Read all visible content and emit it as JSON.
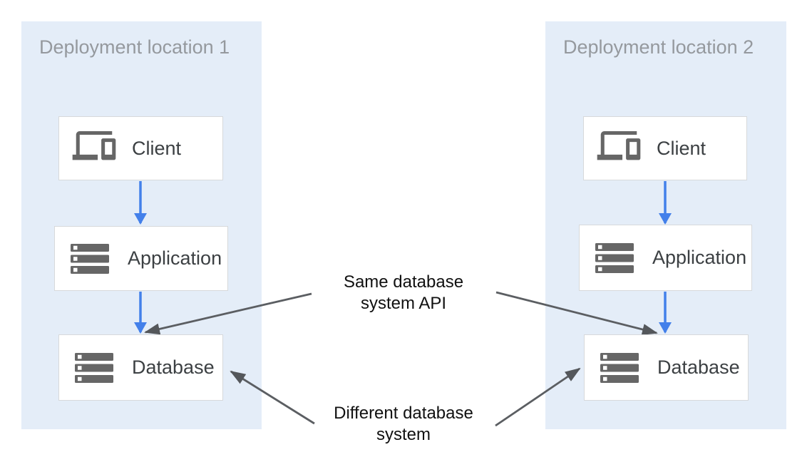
{
  "panels": [
    {
      "title": "Deployment location 1",
      "nodes": [
        {
          "label": "Client",
          "icon": "devices-icon"
        },
        {
          "label": "Application",
          "icon": "storage-icon"
        },
        {
          "label": "Database",
          "icon": "storage-icon"
        }
      ]
    },
    {
      "title": "Deployment location 2",
      "nodes": [
        {
          "label": "Client",
          "icon": "devices-icon"
        },
        {
          "label": "Application",
          "icon": "storage-icon"
        },
        {
          "label": "Database",
          "icon": "storage-icon"
        }
      ]
    }
  ],
  "annotations": {
    "same_db": {
      "line1": "Same database",
      "line2": "system API"
    },
    "different_db": {
      "line1": "Different database",
      "line2": "system"
    }
  },
  "colors": {
    "panel_bg": "#e4edf8",
    "panel_title": "#95999e",
    "node_bg": "#ffffff",
    "node_border": "#d7d9db",
    "node_label": "#3c4043",
    "icon_gray": "#666666",
    "flow_arrow_blue": "#4380ea",
    "annotation_arrow_gray": "#5b5e62",
    "annotation_text": "#111111"
  }
}
